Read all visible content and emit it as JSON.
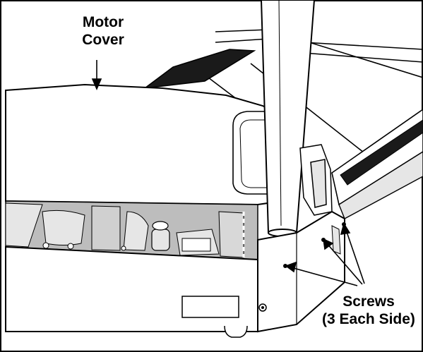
{
  "figure": {
    "labels": {
      "motor_cover_line1": "Motor",
      "motor_cover_line2": "Cover",
      "screws_line1": "Screws",
      "screws_line2": "(3 Each Side)"
    },
    "colors": {
      "ink": "#000000",
      "paper": "#ffffff",
      "shade_light": "#e6e6e6",
      "shade_mid": "#bdbdbd",
      "deck_dark": "#1a1a1a"
    }
  }
}
